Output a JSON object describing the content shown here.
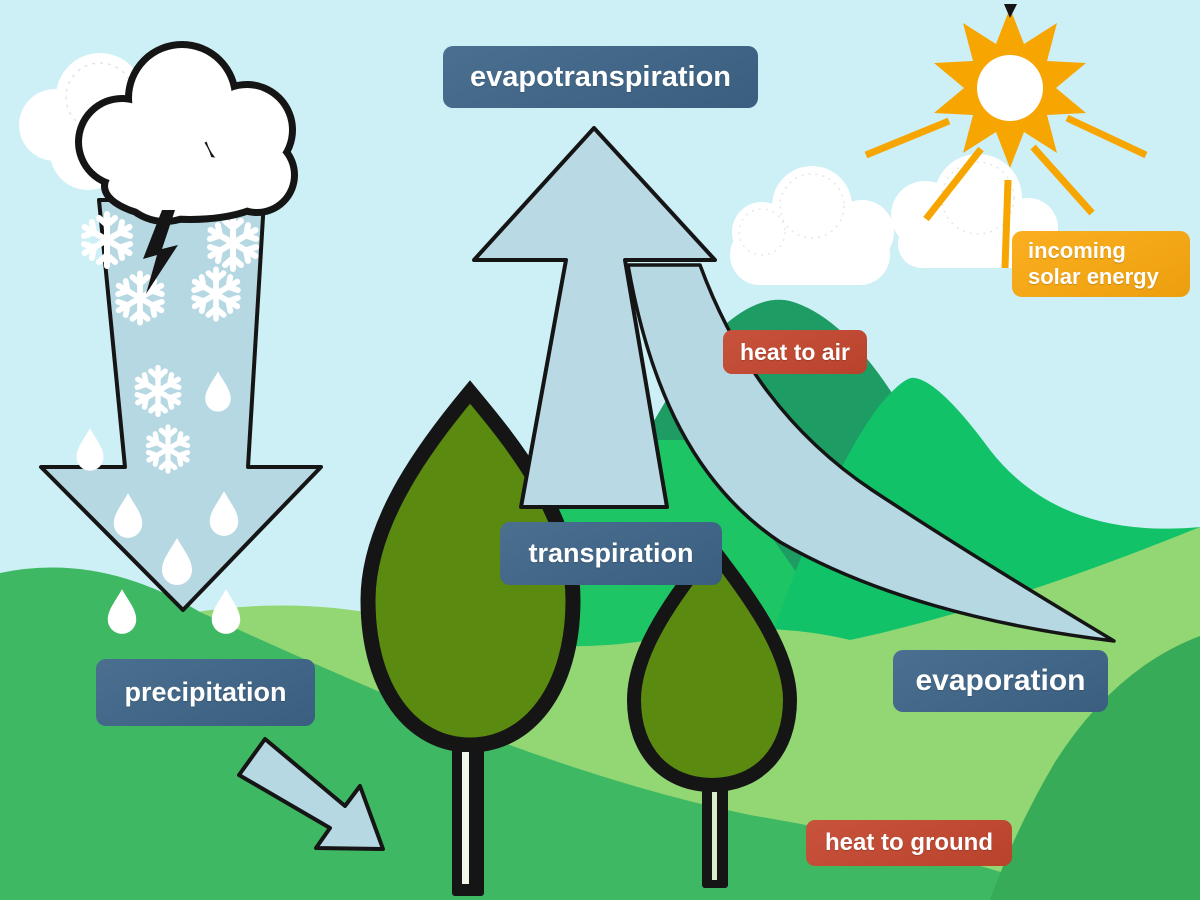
{
  "badges": {
    "evapotranspiration": "evapotranspiration",
    "transpiration": "transpiration",
    "evaporation": "evaporation",
    "precipitation": "precipitation",
    "heat_to_air": "heat to air",
    "heat_to_ground": "heat to ground",
    "incoming_solar_line1": "incoming",
    "incoming_solar_line2": "solar energy"
  },
  "icons": [
    "sun-icon",
    "storm-cloud-icon",
    "lightning-icon",
    "snowflake-icon",
    "raindrop-icon",
    "cloud-icon",
    "up-arrow-icon",
    "down-arrow-icon",
    "curved-flow-arrow-icon",
    "tree-icon"
  ],
  "colors": {
    "sky": "#cdf0f6",
    "badge-blue": "#3d6487",
    "badge-red": "#c4462e",
    "badge-orange": "#fba90f",
    "sun-orange": "#f7a500",
    "flow-blue": "#b6d8e2",
    "tree-olive": "#5a8a10",
    "hill-light": "#92d773",
    "hill-mid": "#3fb863",
    "hill-corner": "#38ab58",
    "mtn-teal": "#1d9c64",
    "mtn-bright": "#12c268",
    "mound-bright": "#1ec565",
    "outline": "#151515"
  }
}
